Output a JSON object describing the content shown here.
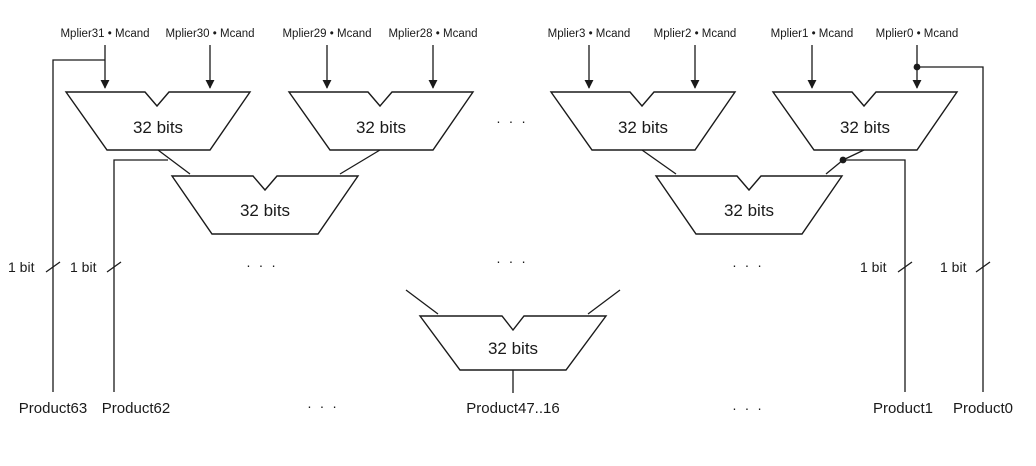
{
  "inputs": {
    "m31": "Mplier31 • Mcand",
    "m30": "Mplier30 • Mcand",
    "m29": "Mplier29 • Mcand",
    "m28": "Mplier28 • Mcand",
    "m3": "Mplier3 • Mcand",
    "m2": "Mplier2 • Mcand",
    "m1": "Mplier1 • Mcand",
    "m0": "Mplier0 • Mcand"
  },
  "adder_label": "32 bits",
  "bit_label": "1 bit",
  "ellipsis": "· · ·",
  "outputs": {
    "p63": "Product63",
    "p62": "Product62",
    "p47_16": "Product47..16",
    "p1": "Product1",
    "p0": "Product0"
  }
}
